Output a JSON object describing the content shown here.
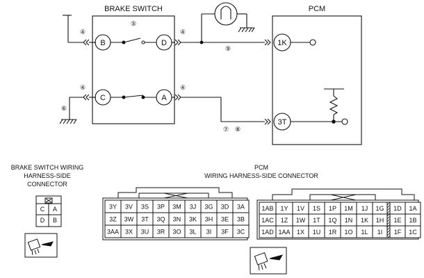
{
  "colors": {
    "line": "#111111",
    "background": "#ffffff",
    "hatch": "#111111"
  },
  "schematic": {
    "brake_switch_title": "BRAKE SWITCH",
    "pcm_title": "PCM",
    "pins": {
      "b": "B",
      "d": "D",
      "c": "C",
      "a": "A",
      "pcm_1k": "1K",
      "pcm_3t": "3T"
    },
    "refs": {
      "ref_b": "④",
      "ref_d": "④",
      "ref_c": "④",
      "ref_a": "④",
      "ref_switch": "⑤",
      "ref_ground": "⑥",
      "ref_9": "⑨",
      "ref_7": "⑦",
      "ref_8": "⑧"
    },
    "icons": [
      "lamp-icon",
      "ground-icon",
      "resistor-icon",
      "connector-arrow-icon"
    ]
  },
  "brake_switch_connector": {
    "caption_lines": [
      "BRAKE SWITCH WIRING",
      "HARNESS-SIDE",
      "CONNECTOR"
    ],
    "cells": [
      [
        "C",
        "A"
      ],
      [
        "D",
        "B"
      ]
    ]
  },
  "pcm_connector": {
    "caption_lines": [
      "PCM",
      "WIRING HARNESS-SIDE CONNECTOR"
    ],
    "left_block": [
      [
        "3Y",
        "3V",
        "3S",
        "3P",
        "3M",
        "3J",
        "3G",
        "3D",
        "3A"
      ],
      [
        "3Z",
        "3W",
        "3T",
        "3Q",
        "3N",
        "3K",
        "3H",
        "3E",
        "3B"
      ],
      [
        "3AA",
        "3X",
        "3U",
        "3R",
        "3O",
        "3L",
        "3I",
        "3F",
        "3C"
      ]
    ],
    "right_block": [
      [
        "1AB",
        "1Y",
        "1V",
        "1S",
        "1P",
        "1M",
        "1J",
        "1G",
        "",
        "1D",
        "1A"
      ],
      [
        "1AC",
        "1Z",
        "1W",
        "1T",
        "1Q",
        "1N",
        "1K",
        "1H",
        "",
        "1E",
        "1B"
      ],
      [
        "1AD",
        "1AA",
        "1X",
        "1U",
        "1R",
        "1O",
        "1L",
        "1I",
        "",
        "1F",
        "1C"
      ]
    ]
  }
}
